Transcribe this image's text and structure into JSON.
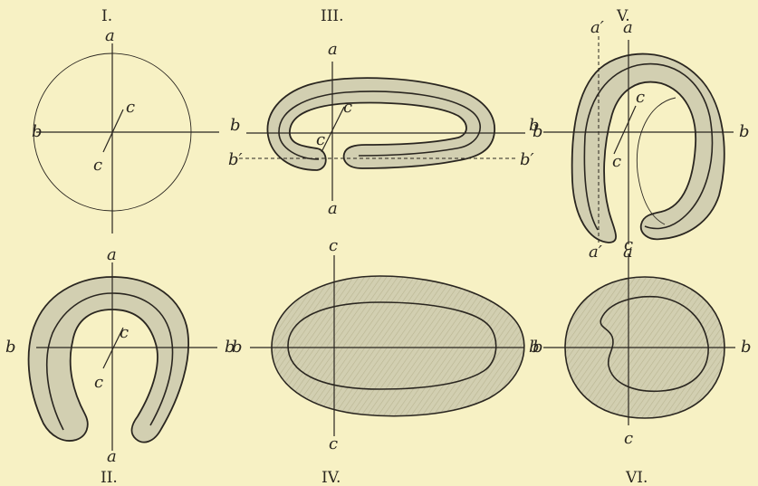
{
  "figure": {
    "background": "#f7f1c4",
    "ink": "#2a2620",
    "shading": "#d2cfb1",
    "panels": [
      {
        "id": "I",
        "numeral": "I.",
        "labels": {
          "a_top": "a",
          "b_left": "b",
          "c_up": "c",
          "c_down": "c"
        }
      },
      {
        "id": "II",
        "numeral": "II.",
        "labels": {
          "a_top": "a",
          "a_bottom": "a",
          "b_left": "b",
          "b_right": "b",
          "c_up": "c",
          "c_down": "c"
        }
      },
      {
        "id": "III",
        "numeral": "III.",
        "labels": {
          "a_top": "a",
          "a_bottom": "a",
          "b_left": "b",
          "b_right": "b",
          "b_prime_left": "b′",
          "b_prime_right": "b′",
          "c_up": "c",
          "c_down": "c"
        }
      },
      {
        "id": "IV",
        "numeral": "IV.",
        "labels": {
          "c_top": "c",
          "c_bottom": "c",
          "b_left": "b",
          "b_right": "b"
        }
      },
      {
        "id": "V",
        "numeral": "V.",
        "labels": {
          "a_prime_top": "a′",
          "a_top": "a",
          "a_prime_bottom": "a′",
          "a_bottom": "a",
          "b_left": "b",
          "b_right": "b",
          "c_up": "c",
          "c_down": "c"
        }
      },
      {
        "id": "VI",
        "numeral": "VI.",
        "labels": {
          "c_top": "c",
          "c_bottom": "c",
          "b_left": "b",
          "b_right": "b"
        }
      }
    ]
  }
}
